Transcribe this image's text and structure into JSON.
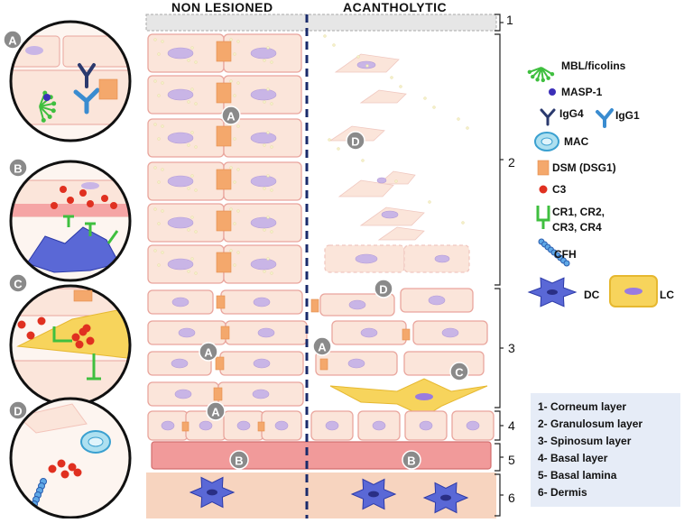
{
  "headers": {
    "left": "NON LESIONED",
    "right": "ACANTHOLYTIC"
  },
  "panel_badges": [
    "A",
    "B",
    "C",
    "D"
  ],
  "diagram_markers": {
    "a1": "A",
    "a2": "A",
    "a3": "A",
    "a4": "A",
    "b1": "B",
    "b2": "B",
    "c1": "C",
    "d1": "D",
    "d2": "D"
  },
  "layer_numbers": [
    "1",
    "2",
    "3",
    "4",
    "5",
    "6"
  ],
  "legend": {
    "mbl": "MBL/ficolins",
    "masp": "MASP-1",
    "igg4": "IgG4",
    "igg1": "IgG1",
    "mac": "MAC",
    "dsm": "DSM (DSG1)",
    "c3": "C3",
    "cr_line1": "CR1, CR2,",
    "cr_line2": "CR3, CR4",
    "cfh": "CFH",
    "dc": "DC",
    "lc": "LC"
  },
  "layers": [
    "1- Corneum layer",
    "2- Granulosum layer",
    "3- Spinosum layer",
    "4- Basal layer",
    "5- Basal lamina",
    "6- Dermis"
  ],
  "colors": {
    "cell_fill": "#fbe5da",
    "cell_border": "#e9a59d",
    "nucleus": "#c9b5e6",
    "desmosome": "#f4a86c",
    "lamina": "#f19a9a",
    "dermis": "#f7d4bf",
    "dc_cell": "#5a68d6",
    "lc_cell": "#f7d45c",
    "c3": "#e03020",
    "receptor": "#3fbf3f",
    "divider": "#1a2b6b",
    "badge": "#8a8a8a"
  }
}
